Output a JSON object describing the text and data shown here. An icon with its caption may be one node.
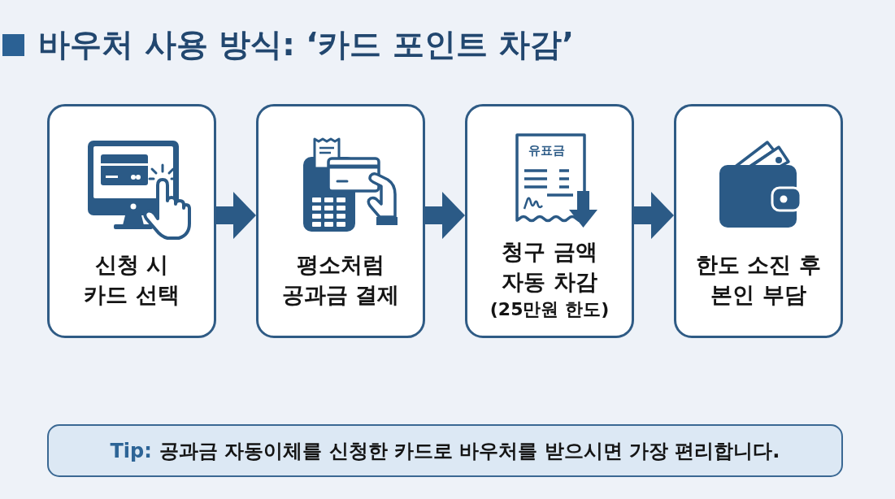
{
  "diagram": {
    "title": "바우처 사용 방식: ‘카드 포인트 차감’",
    "nodes": [
      {
        "text": [
          "신청 시 카드 선택"
        ]
      },
      {
        "text": [
          "평소처럼 공과금 결제"
        ]
      },
      {
        "text": [
          "청구 금액 자동 차감",
          "(25만원 한도)"
        ]
      },
      {
        "text": [
          "한도 소진 후 본인 부담"
        ]
      },
      {
        "text": [
          "Tip:",
          "공과금 자동이체를 신청한 카드로 바우처를 받으시면 가장 편리합니다."
        ]
      }
    ],
    "edges": [
      {
        "from": 0,
        "to": 1,
        "arrow": "to"
      },
      {
        "from": 1,
        "to": 2,
        "arrow": "to"
      },
      {
        "from": 2,
        "to": 3,
        "arrow": "to"
      }
    ],
    "labels": [
      "유표금"
    ]
  }
}
